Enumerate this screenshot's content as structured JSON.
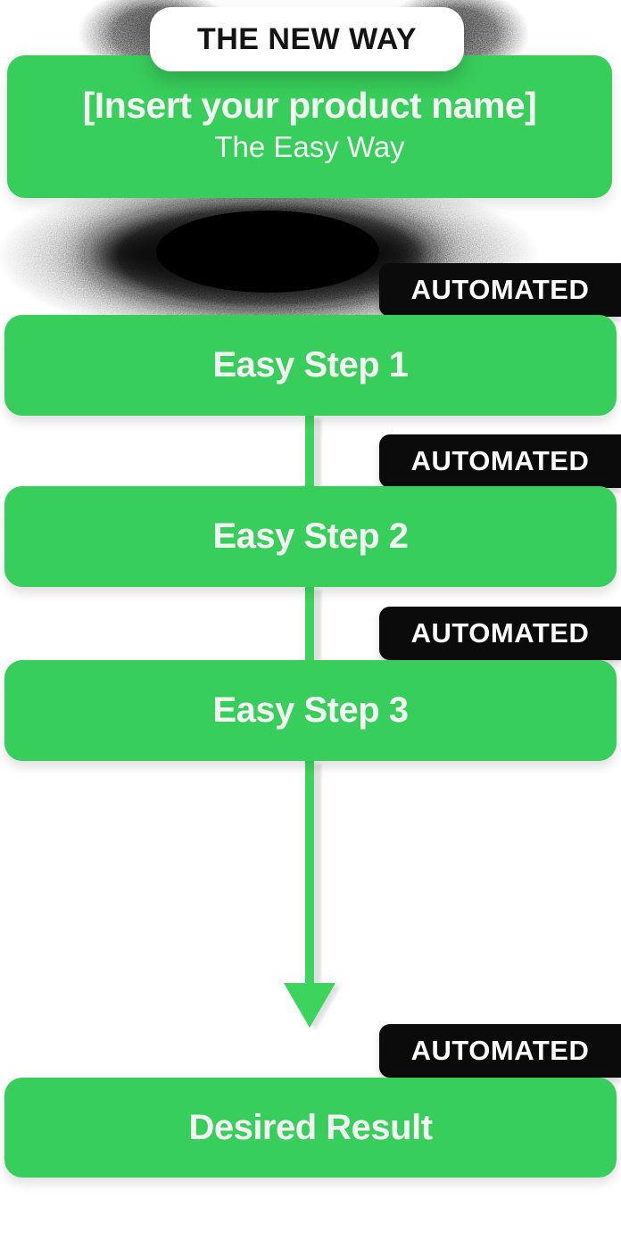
{
  "pill": {
    "label": "THE NEW WAY"
  },
  "header": {
    "title": "[Insert your product name]",
    "subtitle": "The Easy Way"
  },
  "badges": [
    "AUTOMATED",
    "AUTOMATED",
    "AUTOMATED",
    "AUTOMATED"
  ],
  "steps": [
    "Easy Step 1",
    "Easy Step 2",
    "Easy Step 3"
  ],
  "result": {
    "label": "Desired Result"
  },
  "colors": {
    "green": "#38ce5b",
    "connector_green": "#3dd45e",
    "badge_black": "#0b0b0b",
    "text_white": "#f2f5f2"
  }
}
